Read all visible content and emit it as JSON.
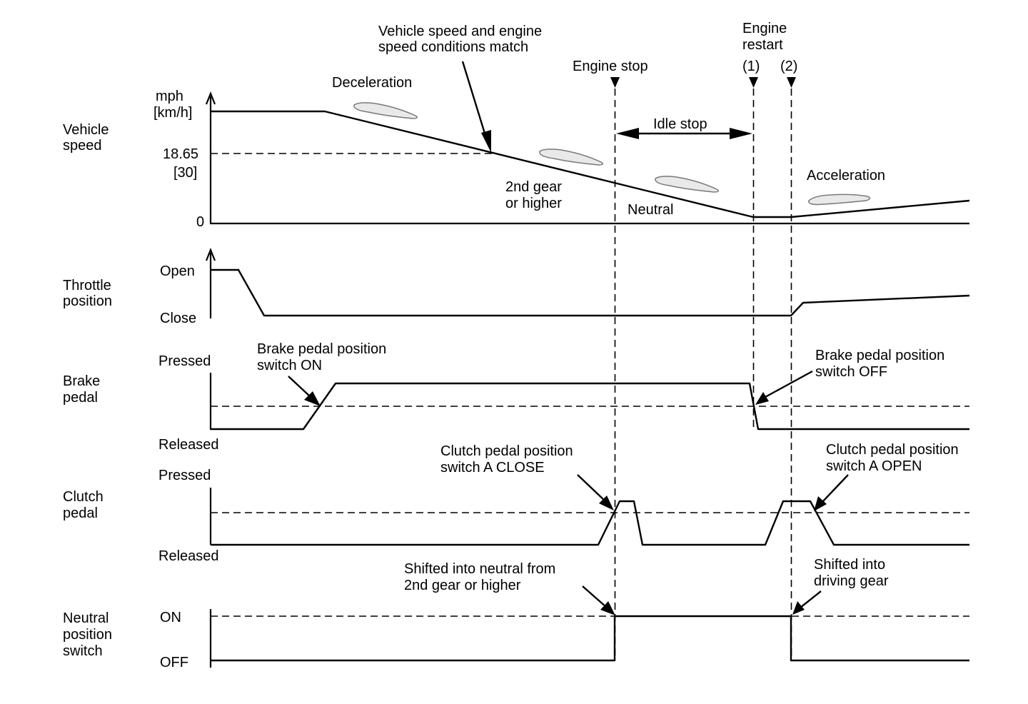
{
  "rows": {
    "vehicle_speed": {
      "line1": "Vehicle",
      "line2": "speed"
    },
    "throttle": {
      "line1": "Throttle",
      "line2": "position"
    },
    "brake": {
      "line1": "Brake",
      "line2": "pedal"
    },
    "clutch": {
      "line1": "Clutch",
      "line2": "pedal"
    },
    "neutral": {
      "line1": "Neutral",
      "line2": "position",
      "line3": "switch"
    }
  },
  "axis_labels": {
    "speed_unit_1": "mph",
    "speed_unit_2": "[km/h]",
    "speed_threshold_1": "18.65",
    "speed_threshold_2": "[30]",
    "zero": "0",
    "throttle_open": "Open",
    "throttle_close": "Close",
    "brake_pressed": "Pressed",
    "brake_released": "Released",
    "clutch_pressed": "Pressed",
    "clutch_released": "Released",
    "neutral_on": "ON",
    "neutral_off": "OFF"
  },
  "events": {
    "engine_stop": "Engine stop",
    "engine_restart_1": "Engine",
    "engine_restart_2": "restart",
    "marker_1": "(1)",
    "marker_2": "(2)",
    "idle_stop": "Idle stop"
  },
  "annotations": {
    "deceleration": "Deceleration",
    "match_1": "Vehicle speed and engine",
    "match_2": "speed conditions match",
    "gear_1": "2nd gear",
    "gear_2": "or higher",
    "neutral": "Neutral",
    "acceleration": "Acceleration",
    "brake_on_1": "Brake pedal position",
    "brake_on_2": "switch ON",
    "brake_off_1": "Brake pedal position",
    "brake_off_2": "switch OFF",
    "clutch_close_1": "Clutch pedal position",
    "clutch_close_2": "switch A CLOSE",
    "clutch_open_1": "Clutch pedal position",
    "clutch_open_2": "switch A OPEN",
    "shift_neutral_1": "Shifted into neutral from",
    "shift_neutral_2": "2nd gear or higher",
    "shift_drive_1": "Shifted into",
    "shift_drive_2": "driving gear"
  }
}
